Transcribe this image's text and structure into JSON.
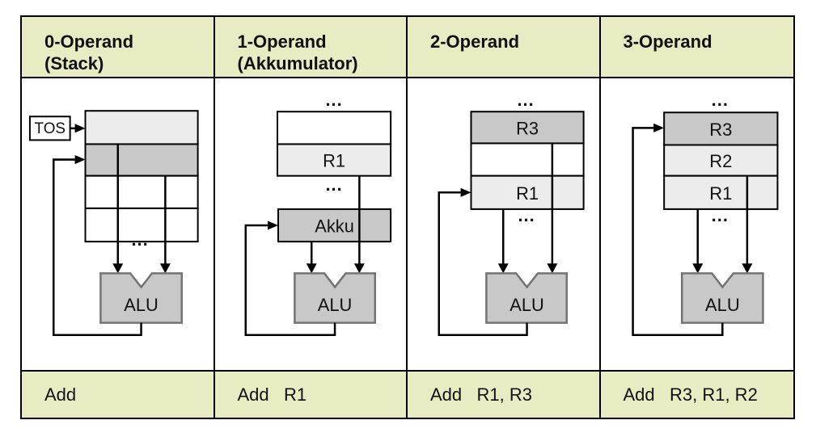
{
  "palette": {
    "band_background": "#e9ebc3",
    "register_light_gray": "#ececec",
    "register_dark_gray": "#c8c8c8",
    "alu_fill": "#c8c8c8",
    "alu_border": "#737373",
    "line_color": "#000000"
  },
  "columns": [
    {
      "header_line1": "0-Operand",
      "header_line2": "(Stack)",
      "instruction": "Add",
      "diagram": {
        "tos_label": "TOS",
        "dots_bottom": "...",
        "alu_label": "ALU"
      }
    },
    {
      "header_line1": "1-Operand",
      "header_line2": "(Akkumulator)",
      "instruction": "Add   R1",
      "diagram": {
        "dots_top": "...",
        "register1_label": "R1",
        "dots_mid": "...",
        "akku_label": "Akku",
        "alu_label": "ALU"
      }
    },
    {
      "header_line1": "2-Operand",
      "header_line2": "",
      "instruction": "Add   R1, R3",
      "diagram": {
        "dots_top": "...",
        "register3_label": "R3",
        "register1_label": "R1",
        "dots_mid": "...",
        "alu_label": "ALU"
      }
    },
    {
      "header_line1": "3-Operand",
      "header_line2": "",
      "instruction": "Add   R3, R1, R2",
      "diagram": {
        "dots_top": "...",
        "register3_label": "R3",
        "register2_label": "R2",
        "register1_label": "R1",
        "dots_mid": "...",
        "alu_label": "ALU"
      }
    }
  ]
}
